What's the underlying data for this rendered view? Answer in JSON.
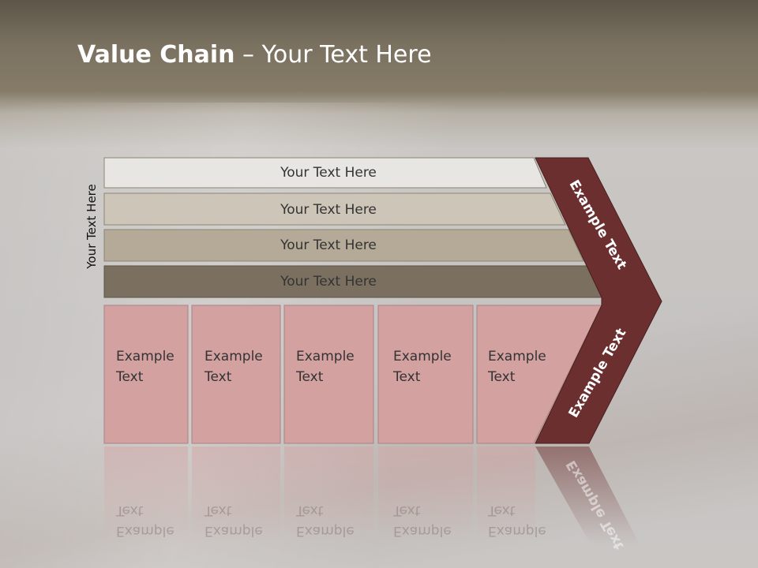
{
  "title": {
    "bold": "Value Chain",
    "rest": " – Your Text Here"
  },
  "side_label": "Your Text Here",
  "bars": [
    {
      "label": "Your Text Here",
      "color": "#e8e6e2"
    },
    {
      "label": "Your Text Here",
      "color": "#cdc6b8"
    },
    {
      "label": "Your Text Here",
      "color": "#b4aa97"
    },
    {
      "label": "Your Text Here",
      "color": "#7b7060"
    }
  ],
  "boxes": [
    {
      "line1": "Example",
      "line2": "Text"
    },
    {
      "line1": "Example",
      "line2": "Text"
    },
    {
      "line1": "Example",
      "line2": "Text"
    },
    {
      "line1": "Example",
      "line2": "Text"
    },
    {
      "line1": "Example",
      "line2": "Text"
    }
  ],
  "chevron": {
    "top_label": "Example Text",
    "bottom_label": "Example Text",
    "color": "#6b2f2f"
  },
  "colors": {
    "box": "#d4a1a1",
    "box_border": "#a88482"
  }
}
